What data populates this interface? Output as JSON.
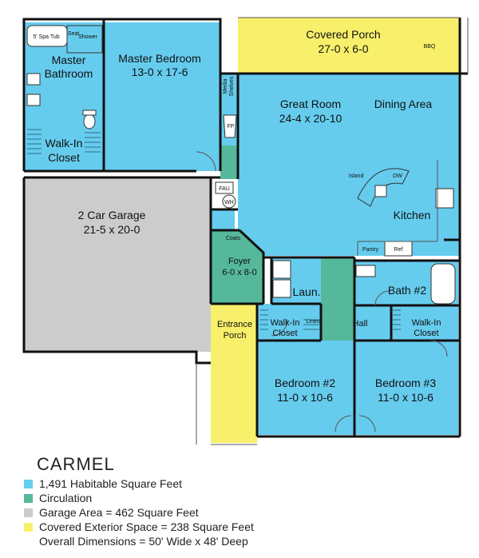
{
  "plan_name": "CARMEL",
  "colors": {
    "habitable": "#66ccee",
    "circulation": "#55b89a",
    "garage": "#cccccc",
    "exterior": "#f8f06a",
    "wall": "#111111"
  },
  "rooms": {
    "spa_tub": "5' Spa Tub",
    "seat": "Seat",
    "shower": "Shower",
    "master_bath": [
      "Master",
      "Bathroom"
    ],
    "master_bedroom": [
      "Master Bedroom",
      "13-0 x 17-6"
    ],
    "walkin_closet_master": [
      "Walk-In",
      "Closet"
    ],
    "covered_porch": [
      "Covered Porch",
      "27-0 x 6-0"
    ],
    "bbq": "BBQ",
    "media_shelves": [
      "Media",
      "Shelves"
    ],
    "fp": "FP",
    "great_room": [
      "Great Room",
      "24-4 x 20-10"
    ],
    "dining_area": "Dining Area",
    "island": "Island",
    "dw": "DW",
    "kitchen": "Kitchen",
    "pantry": "Pantry",
    "ref": "Ref",
    "fau": "FAU",
    "wh": "WH",
    "garage": [
      "2 Car Garage",
      "21-5 x 20-0"
    ],
    "coats": "Coats",
    "foyer": [
      "Foyer",
      "6-0 x 8-0"
    ],
    "laundry": "Laun.",
    "bath2": "Bath #2",
    "walkin_closet_2": [
      "Walk-In",
      "Closet"
    ],
    "linen": "Linen",
    "hall": "Hall",
    "walkin_closet_3": [
      "Walk-In",
      "Closet"
    ],
    "entrance_porch": [
      "Entrance",
      "Porch"
    ],
    "bedroom2": [
      "Bedroom #2",
      "11-0 x 10-6"
    ],
    "bedroom3": [
      "Bedroom #3",
      "11-0 x 10-6"
    ]
  },
  "legend": [
    {
      "color": "#66ccee",
      "text": "1,491 Habitable Square Feet"
    },
    {
      "color": "#55b89a",
      "text": "Circulation"
    },
    {
      "color": "#cccccc",
      "text": "Garage Area = 462 Square Feet"
    },
    {
      "color": "#f8f06a",
      "text": "Covered Exterior Space = 238 Square Feet"
    },
    {
      "color": "",
      "text": "Overall Dimensions = 50' Wide x 48' Deep"
    }
  ]
}
